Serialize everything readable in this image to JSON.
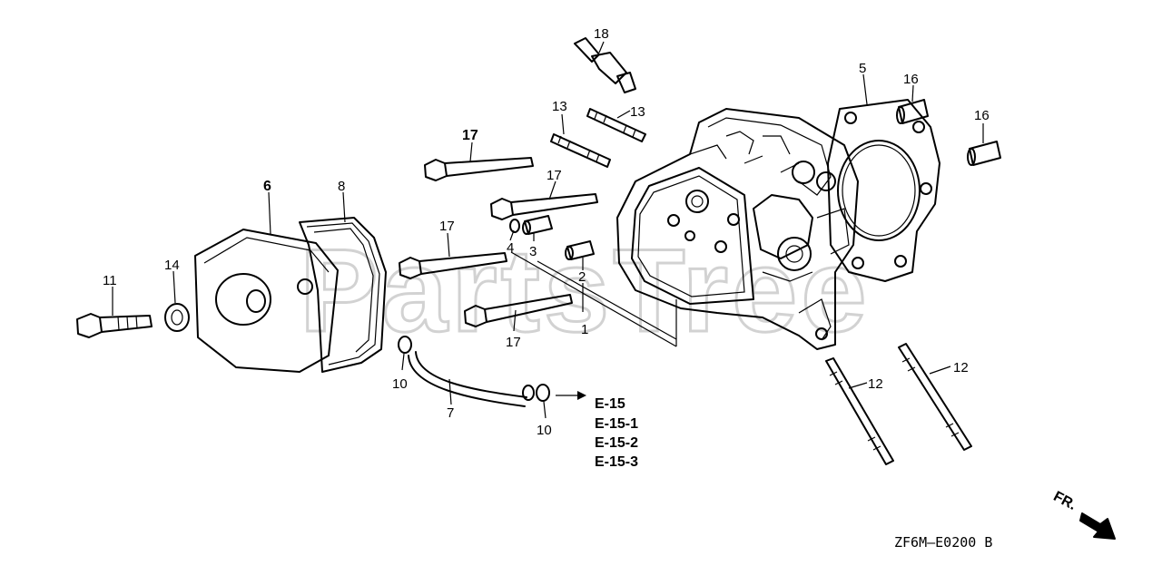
{
  "watermark": "PartsTree",
  "drawing_code": "ZF6M—E0200 B",
  "front_marker": "FR.",
  "callouts": [
    {
      "id": "c1",
      "text": "1"
    },
    {
      "id": "c2",
      "text": "2"
    },
    {
      "id": "c3",
      "text": "3"
    },
    {
      "id": "c4",
      "text": "4"
    },
    {
      "id": "c5",
      "text": "5"
    },
    {
      "id": "c6",
      "text": "6"
    },
    {
      "id": "c7",
      "text": "7"
    },
    {
      "id": "c8",
      "text": "8"
    },
    {
      "id": "c10a",
      "text": "10"
    },
    {
      "id": "c10b",
      "text": "10"
    },
    {
      "id": "c11",
      "text": "11"
    },
    {
      "id": "c12a",
      "text": "12"
    },
    {
      "id": "c12b",
      "text": "12"
    },
    {
      "id": "c13a",
      "text": "13"
    },
    {
      "id": "c13b",
      "text": "13"
    },
    {
      "id": "c14",
      "text": "14"
    },
    {
      "id": "c16a",
      "text": "16"
    },
    {
      "id": "c16b",
      "text": "16"
    },
    {
      "id": "c17a",
      "text": "17"
    },
    {
      "id": "c17b",
      "text": "17"
    },
    {
      "id": "c17c",
      "text": "17"
    },
    {
      "id": "c17d",
      "text": "17"
    },
    {
      "id": "c18",
      "text": "18"
    }
  ],
  "references": [
    "E-15",
    "E-15-1",
    "E-15-2",
    "E-15-3"
  ]
}
